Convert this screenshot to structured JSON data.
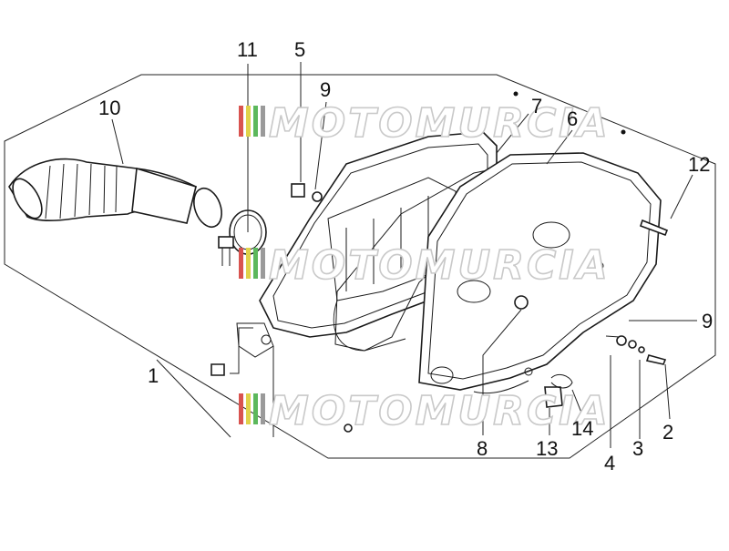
{
  "watermark": {
    "text": "MOTOMURCIA",
    "stripe_colors": [
      "#d9534f",
      "#e0d24a",
      "#5cb85c",
      "#9a9a9a"
    ]
  },
  "callouts": [
    "1",
    "2",
    "3",
    "4",
    "5",
    "6",
    "7",
    "8",
    "9",
    "9",
    "10",
    "11",
    "12",
    "13",
    "14"
  ]
}
